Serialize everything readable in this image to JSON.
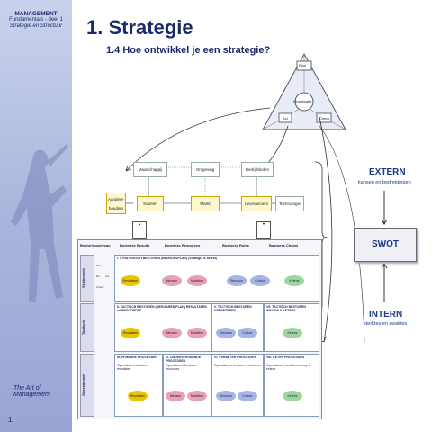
{
  "sidebar": {
    "line1": "MANAGEMENT",
    "line2": "Fundamentals - deel 1",
    "line3": "Strategie en Structuur",
    "logo": "The Art of Management",
    "page_number": "1"
  },
  "header": {
    "title": "1. Strategie",
    "subtitle": "1.4 Hoe ontwikkel je een strategie?"
  },
  "pyramid": {
    "top": "Plan",
    "center": "Organisatie",
    "left": "Act",
    "right": "Check"
  },
  "model": {
    "nodes": [
      {
        "id": "maatschappij",
        "label": "Maatschappij"
      },
      {
        "id": "omgeving",
        "label": "Omgeving"
      },
      {
        "id": "bedrijfsleden",
        "label": "Bedrijfsleden"
      },
      {
        "id": "aandeelhouders",
        "label": "Aandeel-houders"
      },
      {
        "id": "klanten",
        "label": "Klanten"
      },
      {
        "id": "markt",
        "label": "Markt"
      },
      {
        "id": "leveranciers",
        "label": "Leveranciers"
      },
      {
        "id": "technologie",
        "label": "Technologie"
      }
    ]
  },
  "swot": {
    "extern_title": "EXTERN",
    "extern_sub": "kansen en bedreigingen",
    "swot": "SWOT",
    "intern_title": "INTERN",
    "intern_sub": "sterktes en zwaktes"
  },
  "matrix": {
    "columns": [
      "Besturingsniveau",
      "Business Results",
      "Business Resources",
      "Business Rules",
      "Business Chains"
    ],
    "rows": [
      "Strategisch",
      "Tactisch",
      "Operationeel"
    ],
    "cells": {
      "strategic": "I. STRATEGISCH BESTUREN (BEDRIJFSPLAN) (Strategie & beleid)",
      "tactical_a": "II. TACTISCH BESTUREN (MEDIJAREN/PLAN) RESULTATEN en RESOURCES",
      "tactical_b": "V. TACTISCH BESTUREN VERBETEREN",
      "tactical_c": "VII. TACTISCH BESTUREN INKOOP & KETENS",
      "op_a": "III. PRIMAIRE PROCESSEN",
      "op_a_sub": "Operationeel besturen resultaten",
      "op_b": "IV. ONDERSTEUNENDE PROCESSEN",
      "op_b_sub": "Operationeel besturen resources",
      "op_c": "VI. VERBETER PROCESSEN",
      "op_c_sub": "Operationeel besturen verbeteren",
      "op_d": "VIII. KETEN PROCESSEN",
      "op_d_sub": "Operationeel besturen inkoop & ketens"
    },
    "ovals": {
      "resultaten": "Resultaten",
      "mensen": "Mensen",
      "middelen": "Middelen",
      "structuur": "Structuur",
      "cultuur": "Cultuur",
      "ketens": "Ketens"
    },
    "plan_labels": {
      "plan": "Plan",
      "do": "Do",
      "check": "Check",
      "act": "Act"
    }
  },
  "colors": {
    "navy": "#1a2a6a",
    "accent": "#1a3a8a"
  }
}
